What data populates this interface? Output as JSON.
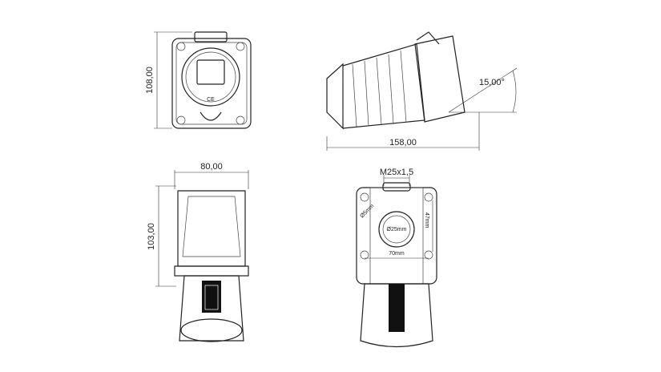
{
  "title": "Wall-mounted socket dimensional drawing",
  "dimensions": {
    "front_height": "108,00",
    "angle": "15,00°",
    "side_length": "158,00",
    "top_width": "80,00",
    "top_height": "103,00",
    "thread": "M25x1,5",
    "hole_diameter": "Ø5mm",
    "entry_diameter": "Ø25mm",
    "vertical_spacing": "47mm",
    "horizontal_spacing": "70mm"
  },
  "marks": {
    "ce": "CE"
  }
}
